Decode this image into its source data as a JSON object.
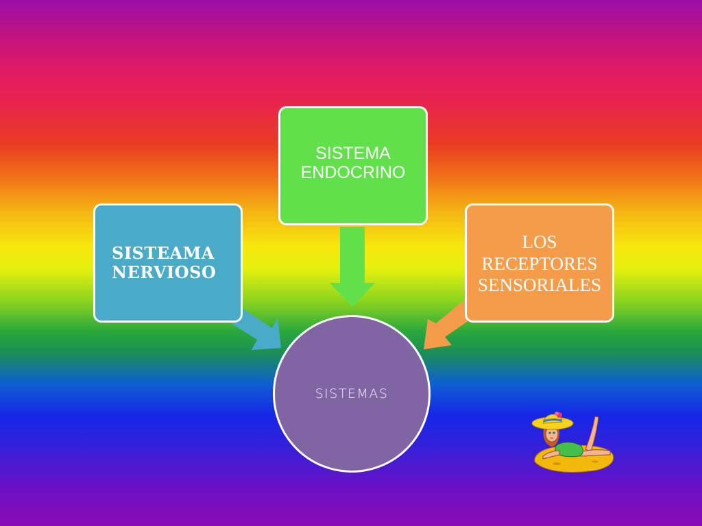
{
  "diagram": {
    "center": {
      "label": "SISTEMAS",
      "color": "#8064a4"
    },
    "nodes": [
      {
        "id": "nervioso",
        "lines": [
          "SISTEAMA",
          "NERVIOSO"
        ],
        "color": "#4aabc8"
      },
      {
        "id": "endocrino",
        "lines": [
          "SISTEMA",
          "ENDOCRINO"
        ],
        "color": "#62e04c"
      },
      {
        "id": "receptores",
        "lines": [
          "LOS",
          "RECEPTORES",
          "SENSORIALES"
        ],
        "color": "#f59c4a"
      }
    ],
    "arrow_colors": {
      "nervioso": "#4aabc8",
      "endocrino": "#62e04c",
      "receptores": "#f59c4a"
    }
  },
  "decoration": {
    "clipart_icon": "beach-girl-sunbathing-icon"
  }
}
